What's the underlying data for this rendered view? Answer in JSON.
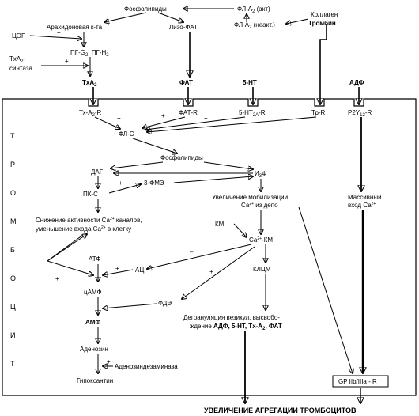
{
  "labels": {
    "phospholipids_top": "Фосфолипиды",
    "pla2_act": "ФЛ-А",
    "pla2_act_sub": "2",
    "pla2_act_suffix": " (акт)",
    "pla2_inact": "ФЛ-А",
    "pla2_inact_sub": "2",
    "pla2_inact_suffix": " (неакт.)",
    "collagen": "Коллаген",
    "thrombin": "Тромбин",
    "arachidonic": "Арахидоновая к-та",
    "lyso_paf": "Лизо-ФАТ",
    "cox": "ЦОГ",
    "pg": "ПГ-G",
    "pg_sub": "2",
    "pg_mid": ", ПГ-Н",
    "pg_sub2": "2",
    "txa2_synthase_1": "TxA",
    "txa2_synthase_1_sub": "2",
    "txa2_synthase_1_suffix": "-",
    "txa2_synthase_2": "синтаза",
    "txa2": "TxA",
    "txa2_sub": "2",
    "paf": "ФАТ",
    "ht5": "5-HT",
    "adp": "АДФ",
    "receptor_txa2": "Тх-А",
    "receptor_txa2_sub": "2",
    "receptor_txa2_suffix": "-R",
    "receptor_paf": "ФАТ-R",
    "receptor_5ht": "5-НТ",
    "receptor_5ht_sub": "2А",
    "receptor_5ht_suffix": "-R",
    "receptor_tr": "Тр-R",
    "receptor_p2y": "P2Y",
    "receptor_p2y_sub": "12",
    "receptor_p2y_suffix": "-R",
    "plc": "ФЛ-С",
    "phospholipids_mid": "Фосфолипиды",
    "dag": "ДАГ",
    "ip3": "И",
    "ip3_sub": "3",
    "ip3_suffix": "Ф",
    "pkc": "ПК-С",
    "fme": "3-ФМЭ",
    "mobilization_1": "Увеличение мобилизации",
    "mobilization_2": "Са",
    "mobilization_2_sup": "2+",
    "mobilization_2_suffix": " из депо",
    "massive_1": "Массивный",
    "massive_2": "вход Са",
    "massive_2_sup": "2+",
    "decrease_1": "Снижение активности Са",
    "decrease_1_sup": "2+",
    "decrease_1_suffix": " каналов,",
    "decrease_2": "уменьшение входа Са",
    "decrease_2_sup": "2+",
    "decrease_2_suffix": " в клетку",
    "km": "КМ",
    "ca_km": "Са",
    "ca_km_sup": "2+",
    "ca_km_suffix": "-КМ",
    "atf": "АТФ",
    "ac": "АЦ",
    "camp": "цАМФ",
    "kltsm": "КЛЦМ",
    "pde": "ФДЭ",
    "amp": "АМФ",
    "degran_1": "Дегрануляция везикул, высвобо-",
    "degran_2a": "ждение ",
    "degran_2b": "АДФ, 5-HT, Tx-A",
    "degran_2b_sub": "2",
    "degran_2c": ", ФАТ",
    "adenosine": "Аденозин",
    "adenosine_deaminase": "Аденозиндезаминаза",
    "hypoxanthine": "Гипоксантин",
    "gp": "GP IIb/IIIa - R",
    "result": "УВЕЛИЧЕНИЕ АГРЕГАЦИИ ТРОМБОЦИТОВ",
    "plus": "+",
    "minus": "–"
  },
  "cell_letters": [
    "Т",
    "Р",
    "О",
    "М",
    "Б",
    "О",
    "Ц",
    "И",
    "Т"
  ]
}
